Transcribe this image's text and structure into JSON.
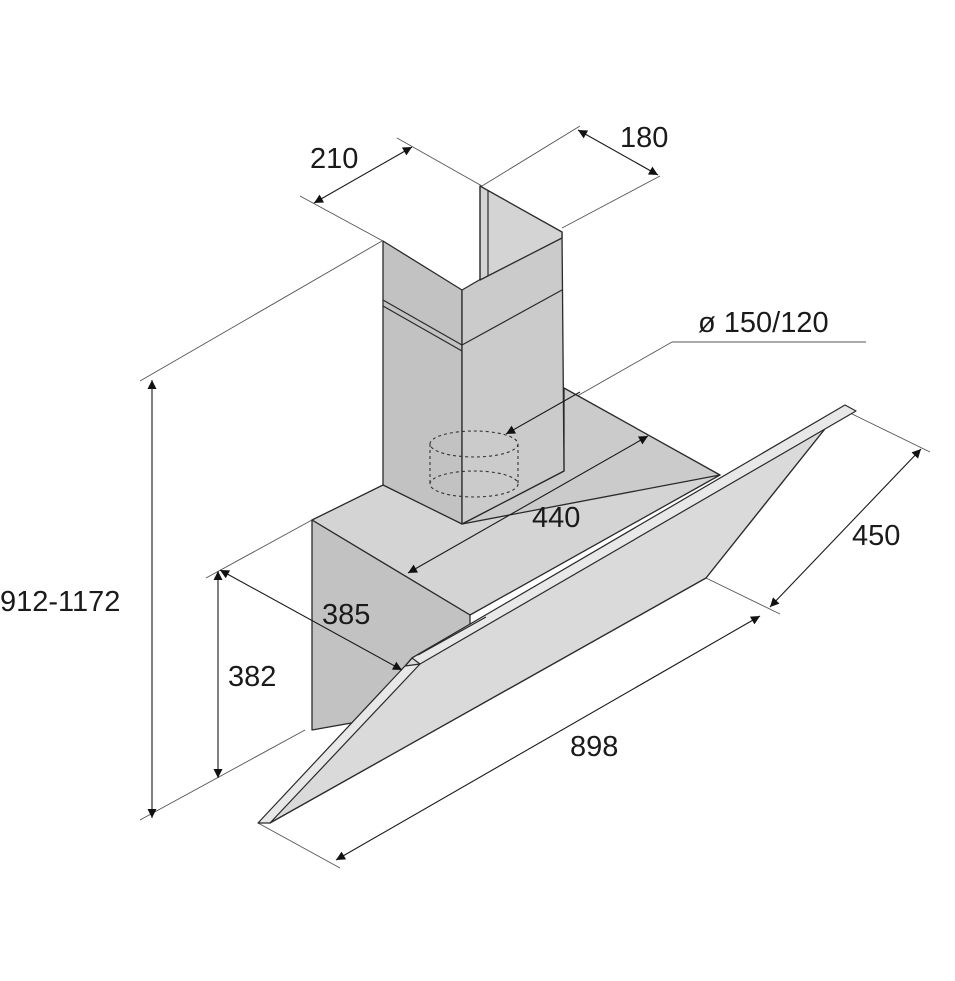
{
  "dimensions": {
    "chimney_width": "210",
    "chimney_depth": "180",
    "duct_diameter": "ø 150/120",
    "body_width": "440",
    "glass_depth": "450",
    "total_height": "912-1172",
    "body_depth": "385",
    "body_height": "382",
    "overall_width": "898"
  }
}
